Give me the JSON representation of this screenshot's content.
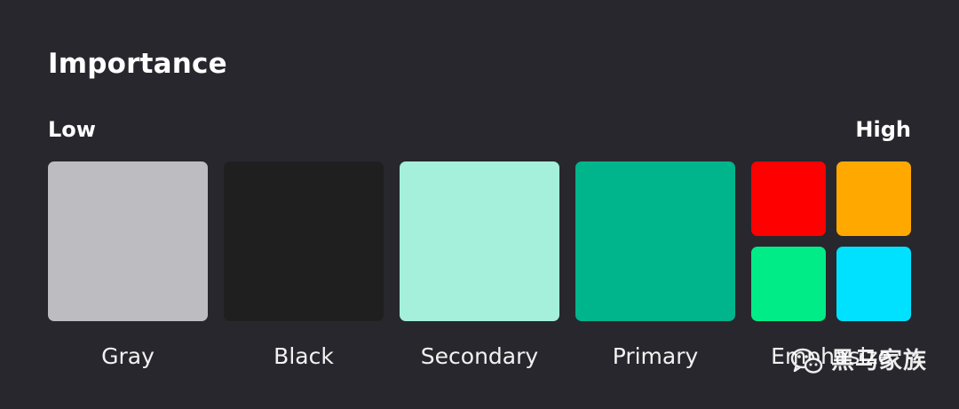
{
  "title": "Importance",
  "scale": {
    "low_label": "Low",
    "high_label": "High"
  },
  "swatches": [
    {
      "label": "Gray",
      "color": "#bdbdc1"
    },
    {
      "label": "Black",
      "color": "#1f1f1f"
    },
    {
      "label": "Secondary",
      "color": "#a4f0da"
    },
    {
      "label": "Primary",
      "color": "#00b48c"
    }
  ],
  "emphasize": {
    "label": "Emphasize",
    "colors": {
      "red": "#ff0000",
      "orange": "#ffa800",
      "green": "#00ec87",
      "cyan": "#00e1ff"
    }
  },
  "watermark": {
    "icon": "wechat-icon",
    "text": "黑马家族"
  },
  "background_color": "#28272d"
}
